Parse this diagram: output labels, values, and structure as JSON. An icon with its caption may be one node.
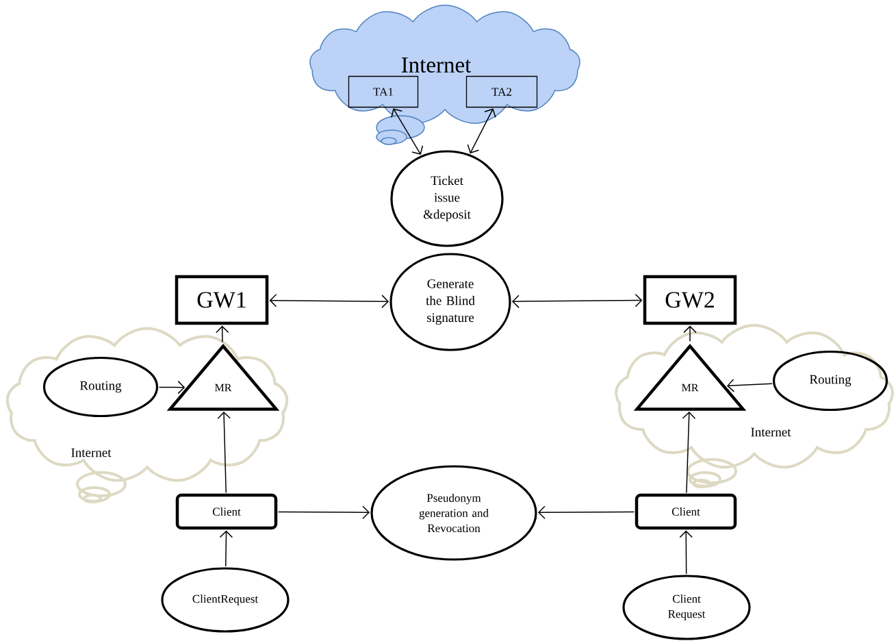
{
  "diagram": {
    "nodes": [
      {
        "text": [
          "Internet"
        ]
      },
      {
        "text": [
          "TA1"
        ],
        "in": 0
      },
      {
        "text": [
          "TA2"
        ],
        "in": 0
      },
      {
        "text": [
          "Ticket issue &deposit"
        ]
      },
      {
        "text": [
          "GW1"
        ]
      },
      {
        "text": [
          "Generate the Blind signature"
        ]
      },
      {
        "text": [
          "GW2"
        ]
      },
      {
        "text": [
          "Internet"
        ]
      },
      {
        "text": [
          "Routing"
        ],
        "in": 7
      },
      {
        "text": [
          "MR"
        ],
        "in": 7
      },
      {
        "text": [
          "Internet"
        ]
      },
      {
        "text": [
          "MR"
        ],
        "in": 10
      },
      {
        "text": [
          "Routing"
        ],
        "in": 10
      },
      {
        "text": [
          "Client"
        ]
      },
      {
        "text": [
          "Pseudonym generation and Revocation"
        ]
      },
      {
        "text": [
          "Client"
        ]
      },
      {
        "text": [
          "ClientRequest"
        ]
      },
      {
        "text": [
          "Client Request"
        ]
      }
    ],
    "edges": [
      {
        "from": 1,
        "to": 3,
        "arrow": "both"
      },
      {
        "from": 2,
        "to": 3,
        "arrow": "both"
      },
      {
        "from": 4,
        "to": 5,
        "arrow": "both"
      },
      {
        "from": 5,
        "to": 6,
        "arrow": "both"
      },
      {
        "from": 9,
        "to": 4,
        "arrow": "to"
      },
      {
        "from": 8,
        "to": 9,
        "arrow": "to"
      },
      {
        "from": 13,
        "to": 9,
        "arrow": "to"
      },
      {
        "from": 16,
        "to": 13,
        "arrow": "to"
      },
      {
        "from": 13,
        "to": 14,
        "arrow": "to"
      },
      {
        "from": 11,
        "to": 6,
        "arrow": "to"
      },
      {
        "from": 12,
        "to": 11,
        "arrow": "to"
      },
      {
        "from": 15,
        "to": 11,
        "arrow": "to"
      },
      {
        "from": 17,
        "to": 15,
        "arrow": "to"
      },
      {
        "from": 15,
        "to": 14,
        "arrow": "to"
      }
    ]
  }
}
